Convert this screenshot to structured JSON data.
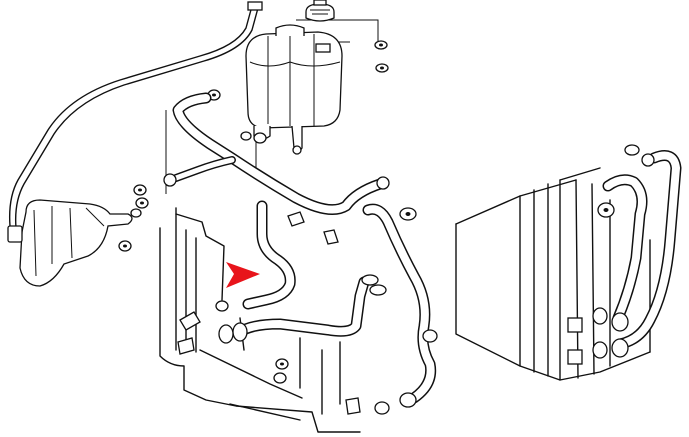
{
  "diagram": {
    "type": "exploded-parts-diagram",
    "subject": "cooling-system-hoses",
    "labels": [],
    "highlight": {
      "shape": "arrowhead",
      "color": "#e8141b",
      "points_to": "coolant-hose"
    },
    "colors": {
      "line": "#111111",
      "background": "#ffffff",
      "accent": "#e8141b"
    },
    "parts": [
      "expansion-tank",
      "expansion-tank-cap",
      "overflow-line",
      "washer-reservoir",
      "radiator",
      "upper-radiator-hose",
      "lower-radiator-hose",
      "bypass-hose",
      "heater-hoses",
      "heater-core",
      "hose-clamps"
    ]
  }
}
